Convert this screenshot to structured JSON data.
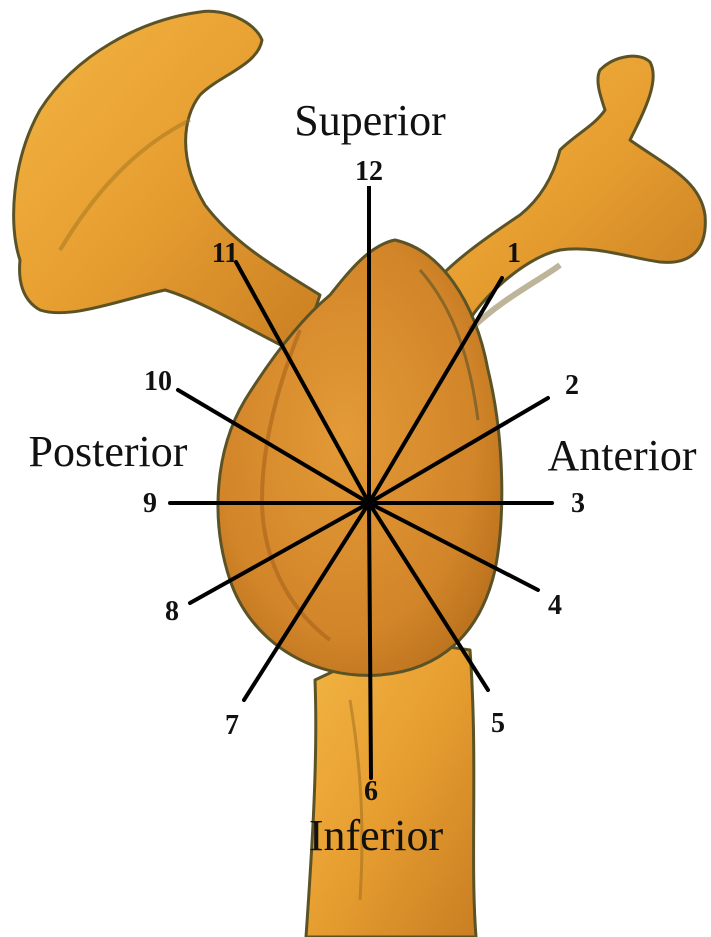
{
  "directions": {
    "superior": "Superior",
    "inferior": "Inferior",
    "anterior": "Anterior",
    "posterior": "Posterior"
  },
  "clock_numbers": [
    "1",
    "2",
    "3",
    "4",
    "5",
    "6",
    "7",
    "8",
    "9",
    "10",
    "11",
    "12"
  ],
  "colors": {
    "bone": "#e8a53a",
    "bone_shadow": "#b8731e",
    "glenoid_face": "#d9892c",
    "outline": "#5b5326",
    "clock_lines": "#000000"
  },
  "icons": {
    "scapula": "scapula-illustration",
    "glenoid": "glenoid-fossa-illustration"
  }
}
